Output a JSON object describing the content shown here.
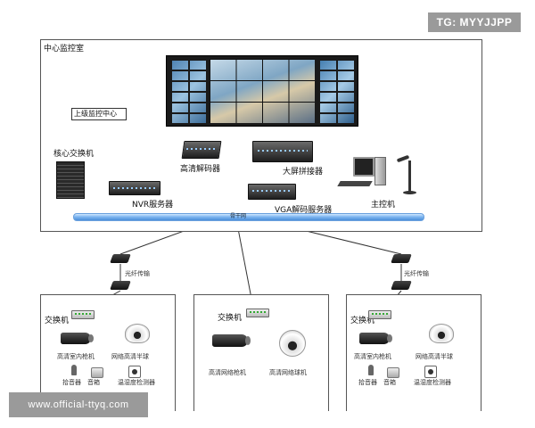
{
  "watermark_top": "TG: MYYJJPP",
  "watermark_bottom": "www.official-ttyq.com",
  "control_room": {
    "title": "中心监控室",
    "upper_center": "上级监控中心",
    "core_switch": "核心交换机",
    "nvr_server": "NVR服务器",
    "hd_decoder": "高清解码器",
    "splicer": "大屏拼接器",
    "vga_decoder_server": "VGA解码服务器",
    "main_console": "主控机",
    "backbone": "骨干网"
  },
  "fiber_left": "光纤传输",
  "fiber_right": "光纤传输",
  "zones": [
    {
      "switch": "交换机",
      "cam_a": "高清室内枪机",
      "cam_b": "网络高清半球",
      "pickup": "拾音器",
      "speaker": "音箱",
      "sensor": "温湿度检测器"
    },
    {
      "switch": "交换机",
      "cam_a": "高清网络枪机",
      "cam_b": "高清网络球机"
    },
    {
      "switch": "交换机",
      "cam_a": "高清室内枪机",
      "cam_b": "网络高清半球",
      "pickup": "拾音器",
      "speaker": "音箱",
      "sensor": "温湿度检测器"
    }
  ],
  "colors": {
    "backbone": "#4c8fd9",
    "watermark_bg": "#9a9a9a"
  }
}
